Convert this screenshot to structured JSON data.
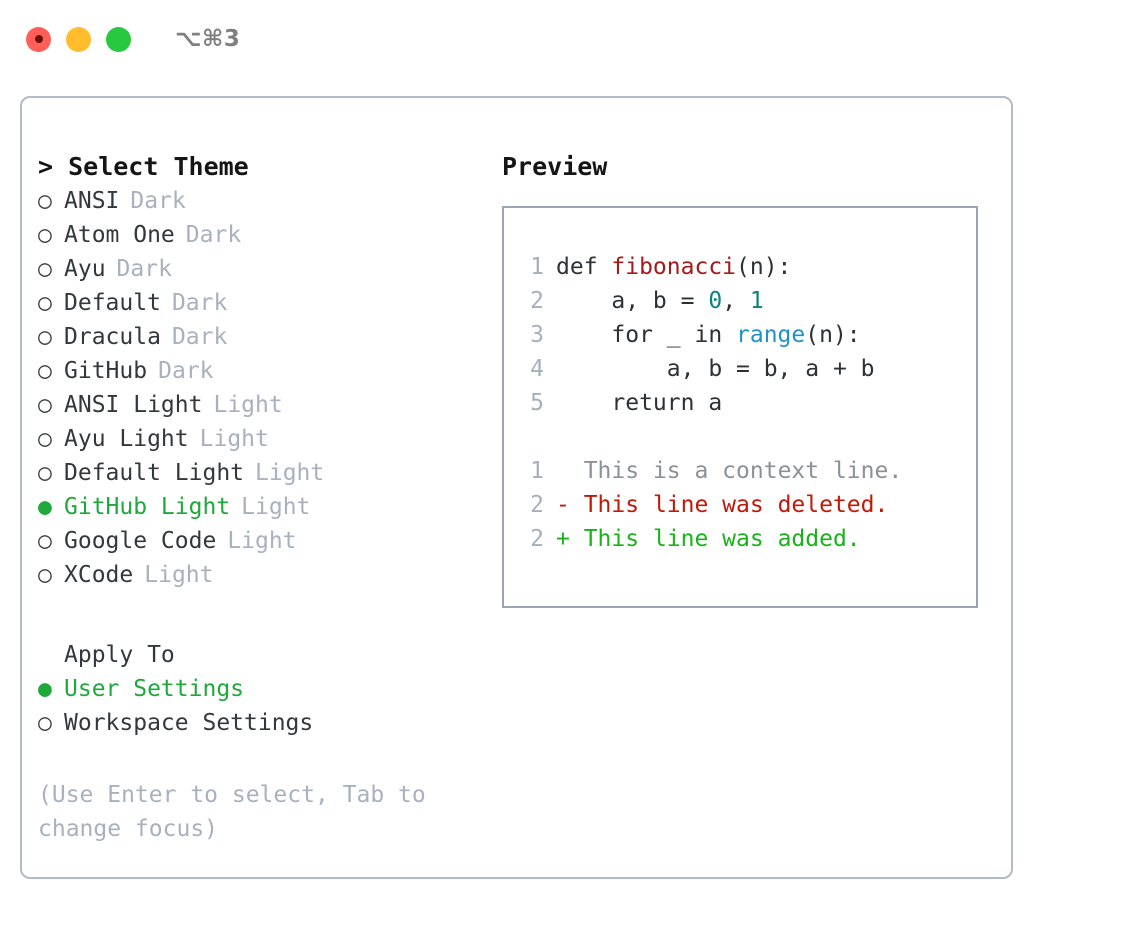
{
  "titlebar": {
    "shortcut": "⌥⌘3",
    "buttons": [
      {
        "name": "close",
        "color": "#ff5f57"
      },
      {
        "name": "minimize",
        "color": "#ffbd2e"
      },
      {
        "name": "maximize",
        "color": "#28c840"
      }
    ]
  },
  "theme_picker": {
    "heading": "> Select Theme",
    "options": [
      {
        "marker": "○",
        "label": "ANSI",
        "tag": "Dark",
        "selected": false
      },
      {
        "marker": "○",
        "label": "Atom One",
        "tag": "Dark",
        "selected": false
      },
      {
        "marker": "○",
        "label": "Ayu",
        "tag": "Dark",
        "selected": false
      },
      {
        "marker": "○",
        "label": "Default",
        "tag": "Dark",
        "selected": false
      },
      {
        "marker": "○",
        "label": "Dracula",
        "tag": "Dark",
        "selected": false
      },
      {
        "marker": "○",
        "label": "GitHub",
        "tag": "Dark",
        "selected": false
      },
      {
        "marker": "○",
        "label": "ANSI Light",
        "tag": "Light",
        "selected": false
      },
      {
        "marker": "○",
        "label": "Ayu Light",
        "tag": "Light",
        "selected": false
      },
      {
        "marker": "○",
        "label": "Default Light",
        "tag": "Light",
        "selected": false
      },
      {
        "marker": "●",
        "label": "GitHub Light",
        "tag": "Light",
        "selected": true
      },
      {
        "marker": "○",
        "label": "Google Code",
        "tag": "Light",
        "selected": false
      },
      {
        "marker": "○",
        "label": "XCode",
        "tag": "Light",
        "selected": false
      }
    ]
  },
  "apply_to": {
    "heading": "Apply To",
    "options": [
      {
        "marker": "●",
        "label": "User Settings",
        "selected": true
      },
      {
        "marker": "○",
        "label": "Workspace Settings",
        "selected": false
      }
    ]
  },
  "hint": "(Use Enter to select, Tab to change focus)",
  "preview": {
    "heading": "Preview",
    "code_lines": [
      {
        "lineno": "1",
        "tokens": [
          {
            "text": "def ",
            "type": "plain"
          },
          {
            "text": "fibonacci",
            "type": "fn"
          },
          {
            "text": "(n):",
            "type": "plain"
          }
        ]
      },
      {
        "lineno": "2",
        "tokens": [
          {
            "text": "    a, b = ",
            "type": "plain"
          },
          {
            "text": "0",
            "type": "num"
          },
          {
            "text": ", ",
            "type": "plain"
          },
          {
            "text": "1",
            "type": "num"
          }
        ]
      },
      {
        "lineno": "3",
        "tokens": [
          {
            "text": "    for _ in ",
            "type": "plain"
          },
          {
            "text": "range",
            "type": "call"
          },
          {
            "text": "(n):",
            "type": "plain"
          }
        ]
      },
      {
        "lineno": "4",
        "tokens": [
          {
            "text": "        a, b = b, a + b",
            "type": "plain"
          }
        ]
      },
      {
        "lineno": "5",
        "tokens": [
          {
            "text": "    return a",
            "type": "plain"
          }
        ]
      }
    ],
    "diff_lines": [
      {
        "lineno": "1",
        "marker": "  ",
        "text": "This is a context line.",
        "type": "ctx"
      },
      {
        "lineno": "2",
        "marker": "- ",
        "text": "This line was deleted.",
        "type": "del"
      },
      {
        "lineno": "2",
        "marker": "+ ",
        "text": "This line was added.",
        "type": "add"
      }
    ]
  },
  "colors": {
    "accent_green": "#1fa83c",
    "muted": "#a8b1bd",
    "border": "#b2bcc7",
    "panel_border": "#9aa6b4",
    "fn_red": "#a31b1b",
    "num_teal": "#0d8080",
    "call_blue": "#1f93c7",
    "diff_del": "#c21807",
    "diff_add": "#19b319"
  }
}
